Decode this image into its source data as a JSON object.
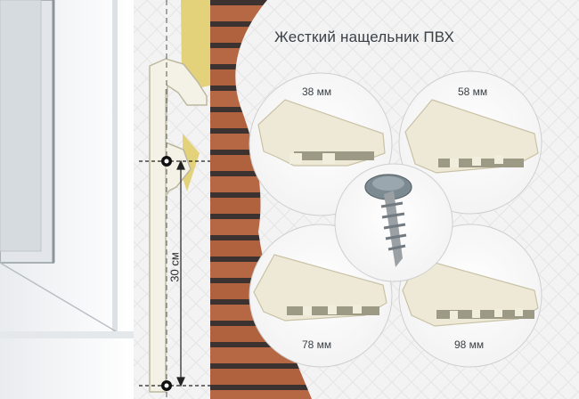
{
  "title": "Жесткий нащельник ПВХ",
  "profiles": [
    {
      "width_label": "38 мм"
    },
    {
      "width_label": "58 мм"
    },
    {
      "width_label": "78 мм"
    },
    {
      "width_label": "98 мм"
    }
  ],
  "dimension_label": "30 см",
  "items": [
    "window-frame",
    "brick-wall",
    "insulation",
    "self-tapping-screw",
    "pvc-trim-profile"
  ],
  "colors": {
    "brick": "#b0623f",
    "mortar": "#3c3230",
    "profile": "#ece7d4",
    "insulation": "#e3d27a",
    "background": "#f3f3f3"
  }
}
